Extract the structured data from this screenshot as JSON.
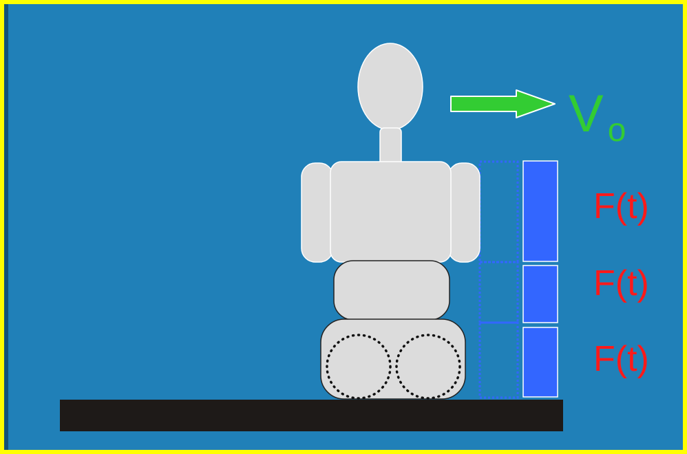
{
  "colors": {
    "border": "#ffff00",
    "background": "#2080b8",
    "body_fill": "#dcdcdc",
    "ground": "#1e1a18",
    "force_block": "#3366ff",
    "force_block_ghost": "#3366ff",
    "velocity_arrow": "#33cc33",
    "force_label": "#ff1a1a",
    "velocity_label": "#33cc33"
  },
  "velocity": {
    "symbol": "V",
    "subscript": "o",
    "icon": "right-arrow-icon"
  },
  "forces": [
    {
      "label": "F(t)"
    },
    {
      "label": "F(t)"
    },
    {
      "label": "F(t)"
    }
  ]
}
